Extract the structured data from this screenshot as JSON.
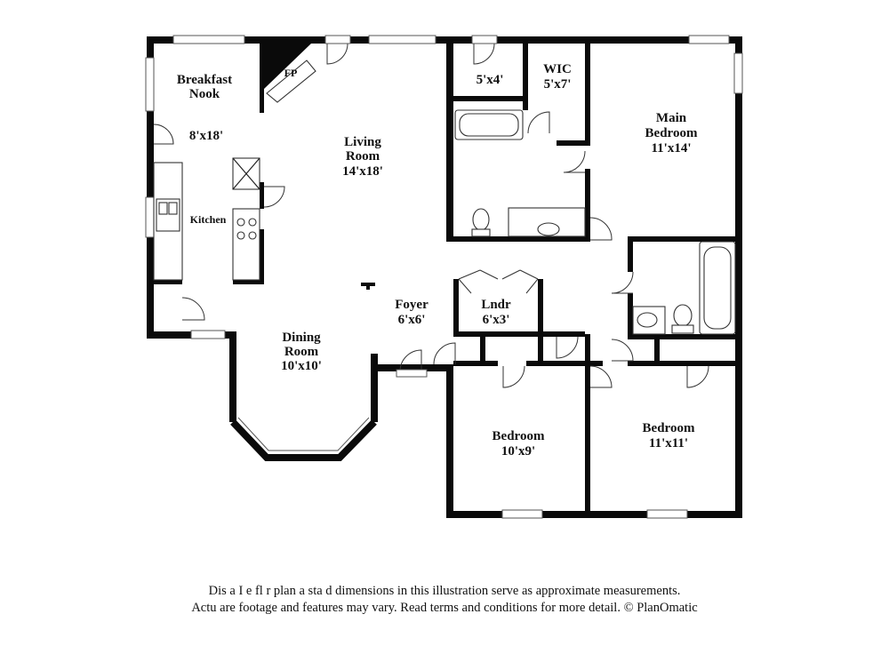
{
  "rooms": {
    "breakfast_nook": {
      "name_line1": "Breakfast",
      "name_line2": "Nook",
      "dims": "8'x18'"
    },
    "fireplace": {
      "name": "FP"
    },
    "living_room": {
      "name_line1": "Living",
      "name_line2": "Room",
      "dims": "14'x18'"
    },
    "kitchen": {
      "name": "Kitchen"
    },
    "closet": {
      "dims": "5'x4'"
    },
    "wic": {
      "name": "WIC",
      "dims": "5'x7'"
    },
    "main_bedroom": {
      "name_line1": "Main",
      "name_line2": "Bedroom",
      "dims": "11'x14'"
    },
    "foyer": {
      "name": "Foyer",
      "dims": "6'x6'"
    },
    "laundry": {
      "name": "Lndr",
      "dims": "6'x3'"
    },
    "dining_room": {
      "name_line1": "Dining",
      "name_line2": "Room",
      "dims": "10'x10'"
    },
    "bedroom_2": {
      "name": "Bedroom",
      "dims": "10'x9'"
    },
    "bedroom_3": {
      "name": "Bedroom",
      "dims": "11'x11'"
    }
  },
  "footer": {
    "line1": "Dis a    I e fl   r plan a    sta   d dimensions in this illustration serve as approximate measurements.",
    "line2": "Actu    are footage and features may vary. Read terms and conditions for more detail. © PlanOmatic"
  }
}
